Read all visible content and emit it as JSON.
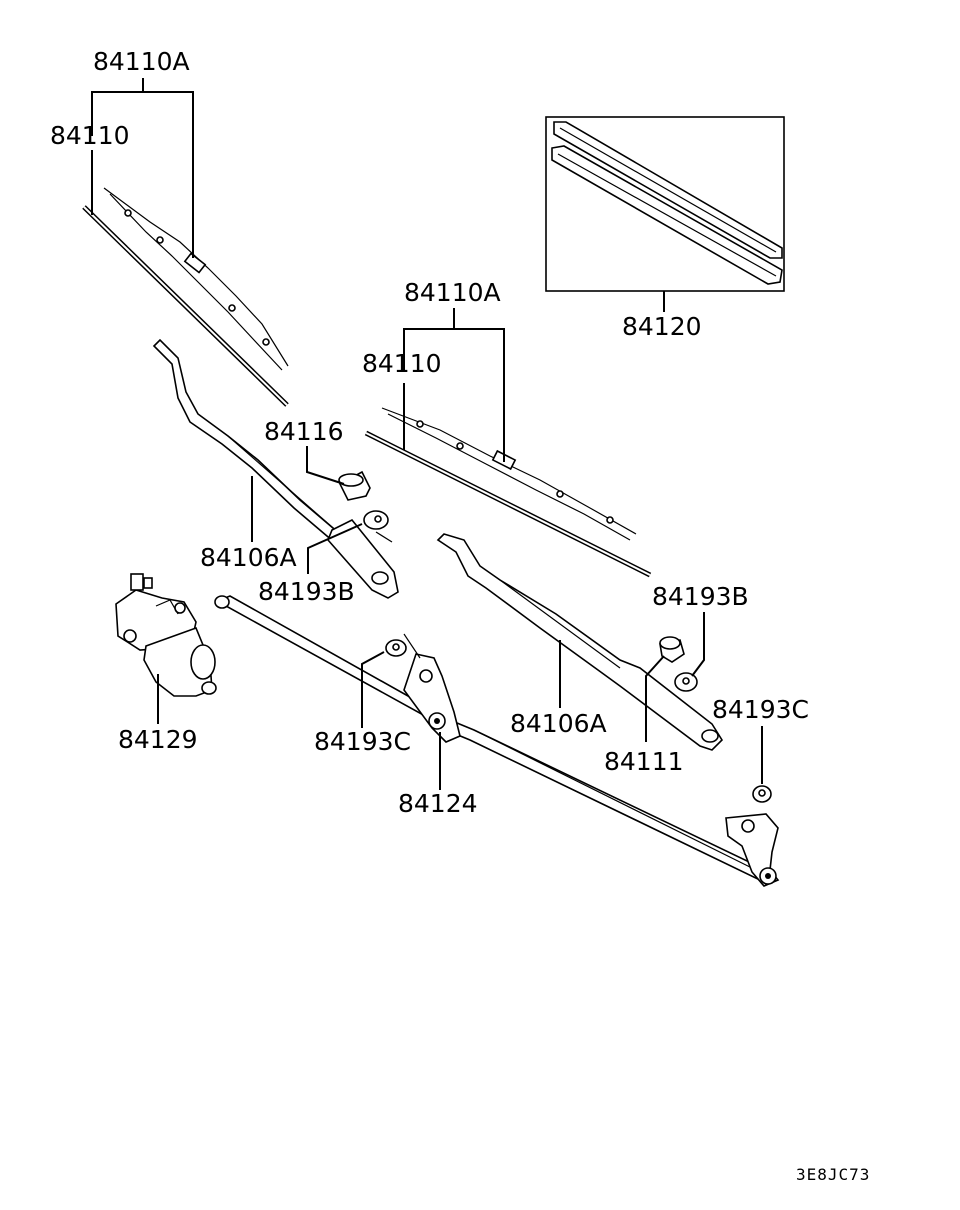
{
  "diagram": {
    "code": "3E8JC73",
    "callouts": {
      "blade_assy_left": "84110A",
      "blade_left": "84110",
      "blade_assy_right": "84110A",
      "blade_right": "84110",
      "refill_kit": "84120",
      "arm_cover": "84116",
      "arm_left": "84106A",
      "cap_left": "84193B",
      "cap_right": "84193B",
      "nut_right": "84193C",
      "arm_right": "84106A",
      "pivot_cap": "84111",
      "motor": "84129",
      "nut_center": "84193C",
      "linkage": "84124"
    }
  }
}
